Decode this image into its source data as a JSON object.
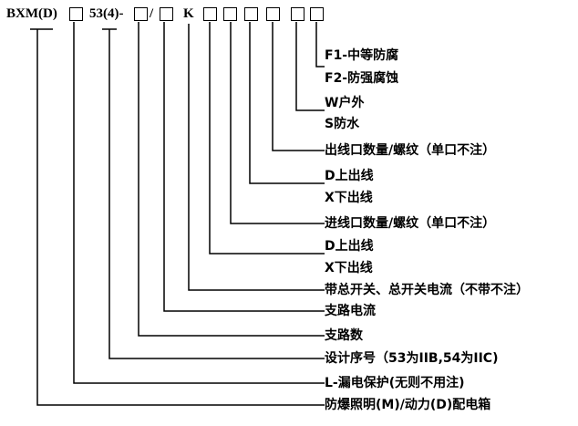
{
  "header": {
    "prefix": "BXM(D)",
    "series": "53(4)-",
    "slash": "/",
    "k": "K"
  },
  "labels": {
    "f1": "F1-中等防腐",
    "f2": "F2-防强腐蚀",
    "w": "W户外",
    "s": "S防水",
    "outlet_qty": "出线口数量/螺纹（单口不注）",
    "out_d": "D上出线",
    "out_x": "X下出线",
    "inlet_qty": "进线口数量/螺纹（单口不注）",
    "in_d": "D上出线",
    "in_x": "X下出线",
    "main_switch": "带总开关、总开关电流（不带不注）",
    "branch_current": "支路电流",
    "branch_count": "支路数",
    "design_no": "设计序号（53为IIB,54为IIC)",
    "leakage": "L-漏电保护(无则不用注)",
    "product": "防爆照明(M)/动力(D)配电箱"
  }
}
